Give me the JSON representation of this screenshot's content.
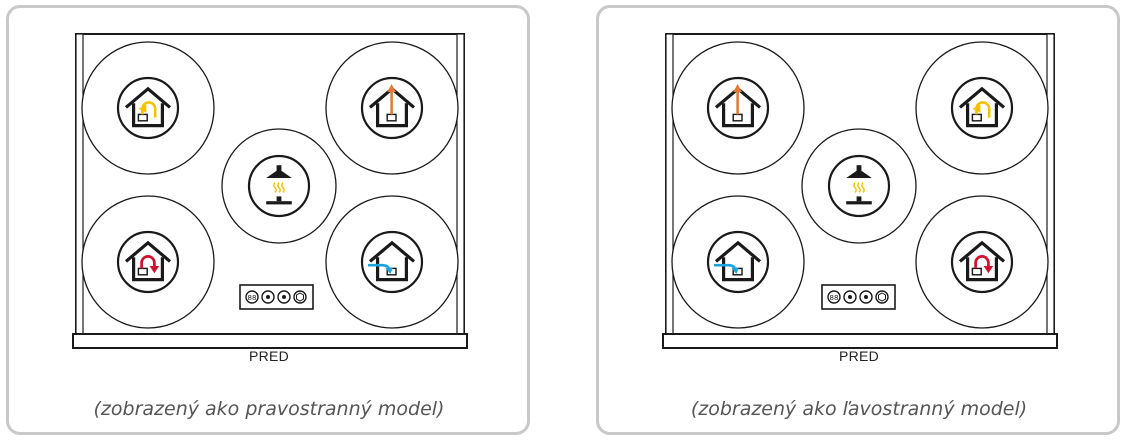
{
  "panels": [
    {
      "id": "right-sided",
      "front_label": "PRED",
      "caption": "(zobrazený ako pravostranný model)",
      "ports": {
        "top_left": "extract-air",
        "top_right": "exhaust-air",
        "center": "cooker-hood",
        "bottom_left": "supply-air",
        "bottom_right": "outdoor-air"
      }
    },
    {
      "id": "left-sided",
      "front_label": "PRED",
      "caption": "(zobrazený ako ľavostranný model)",
      "ports": {
        "top_left": "exhaust-air",
        "top_right": "extract-air",
        "center": "cooker-hood",
        "bottom_left": "outdoor-air",
        "bottom_right": "supply-air"
      }
    }
  ],
  "colors": {
    "extract_air": "#f2c200",
    "exhaust_air": "#e07b39",
    "supply_air": "#d2112f",
    "outdoor_air": "#1aa3dd",
    "outline": "#1a1a1a",
    "panel_border": "#c9c9c9"
  },
  "icons": {
    "extract_air": "house-curved-arrow-left-icon",
    "exhaust_air": "house-arrow-up-icon",
    "supply_air": "house-curved-arrow-down-icon",
    "outdoor_air": "house-arrow-in-icon",
    "cooker_hood": "cooker-hood-icon",
    "control_panel": "control-buttons-icon"
  }
}
